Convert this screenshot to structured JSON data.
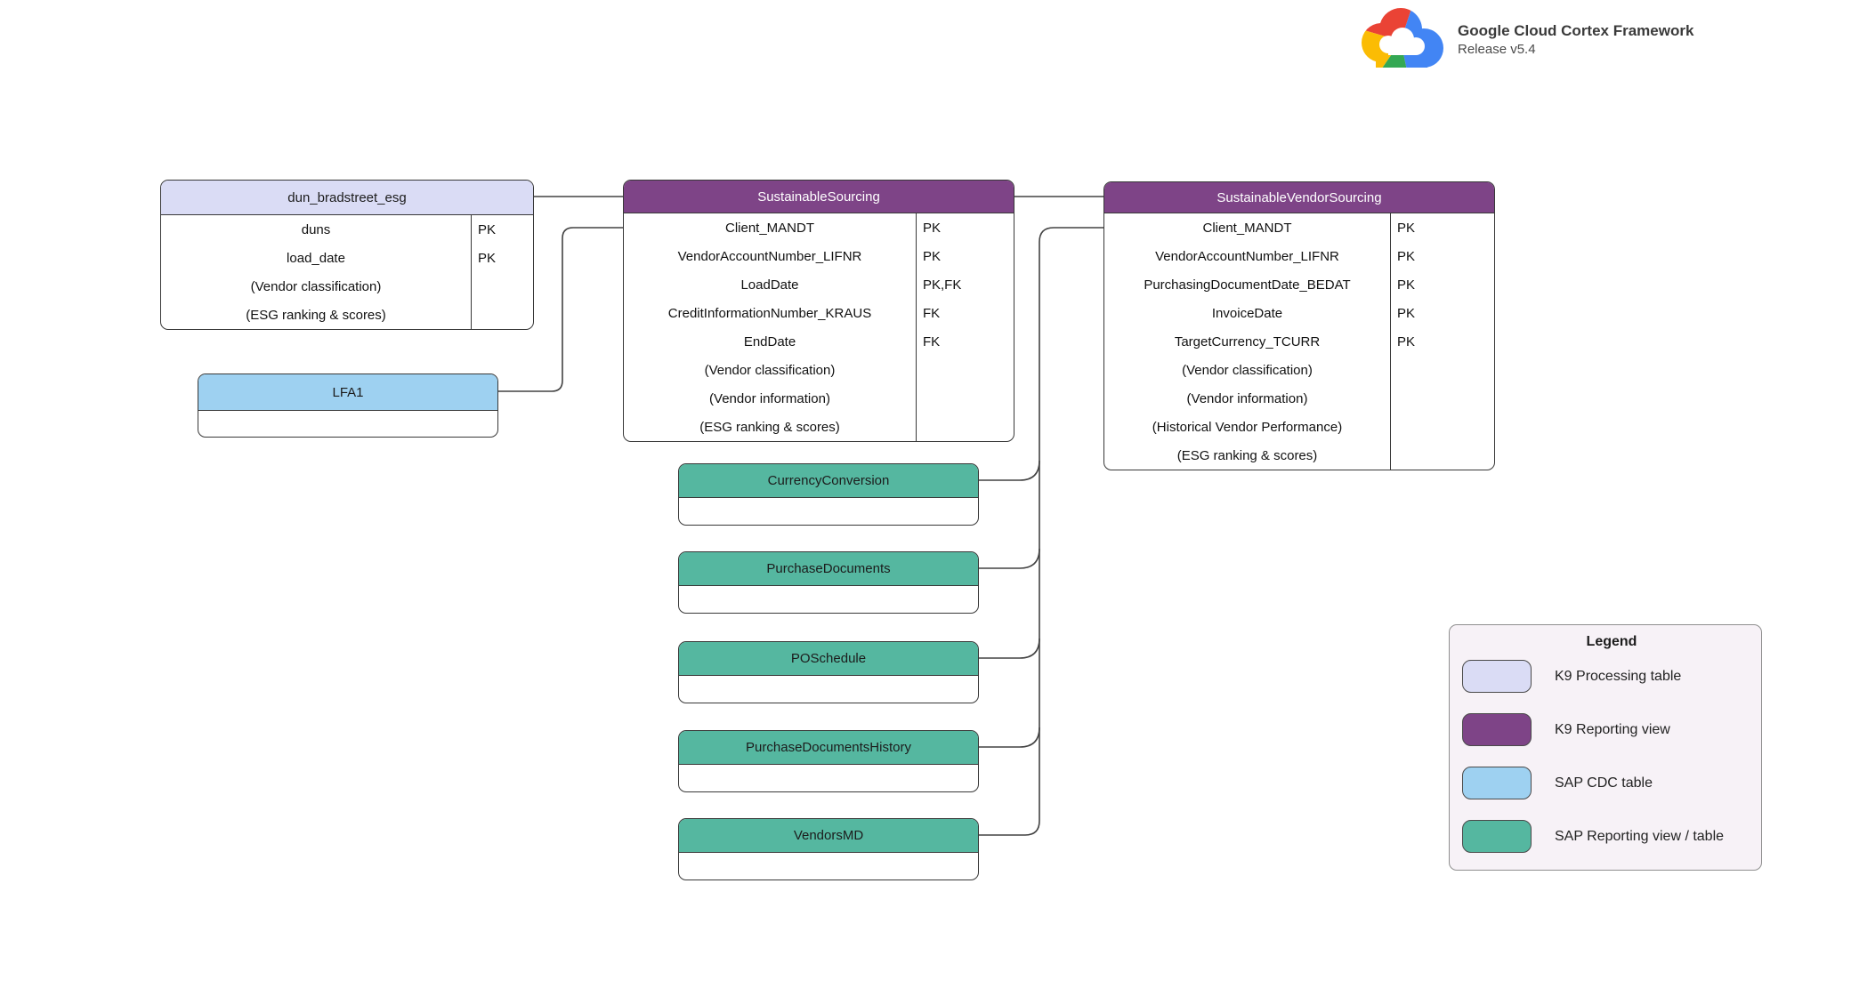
{
  "brand": {
    "title": "Google Cloud Cortex Framework",
    "release": "Release v5.4"
  },
  "colors": {
    "k9_processing_table": "#DADCF5",
    "k9_reporting_view": "#7E4487",
    "sap_cdc_table": "#9ED1F1",
    "sap_reporting_view_table": "#55B7A0",
    "connector": "#424242",
    "legend_background": "#F7F2F7"
  },
  "tables": {
    "dun_bradstreet_esg": {
      "title": "dun_bradstreet_esg",
      "category": "K9 Processing table",
      "rows": [
        {
          "name": "duns",
          "key": "PK"
        },
        {
          "name": "load_date",
          "key": "PK"
        },
        {
          "name": "(Vendor classification)",
          "key": ""
        },
        {
          "name": "(ESG ranking & scores)",
          "key": ""
        }
      ]
    },
    "lfa1": {
      "title": "LFA1",
      "category": "SAP CDC table",
      "rows": []
    },
    "sustainable_sourcing": {
      "title": "SustainableSourcing",
      "category": "K9 Reporting view",
      "rows": [
        {
          "name": "Client_MANDT",
          "key": "PK"
        },
        {
          "name": "VendorAccountNumber_LIFNR",
          "key": "PK"
        },
        {
          "name": "LoadDate",
          "key": "PK,FK"
        },
        {
          "name": "CreditInformationNumber_KRAUS",
          "key": "FK"
        },
        {
          "name": "EndDate",
          "key": "FK"
        },
        {
          "name": "(Vendor classification)",
          "key": ""
        },
        {
          "name": "(Vendor information)",
          "key": ""
        },
        {
          "name": "(ESG ranking & scores)",
          "key": ""
        }
      ]
    },
    "sustainable_vendor_sourcing": {
      "title": "SustainableVendorSourcing",
      "category": "K9 Reporting view",
      "rows": [
        {
          "name": "Client_MANDT",
          "key": "PK"
        },
        {
          "name": "VendorAccountNumber_LIFNR",
          "key": "PK"
        },
        {
          "name": "PurchasingDocumentDate_BEDAT",
          "key": "PK"
        },
        {
          "name": "InvoiceDate",
          "key": "PK"
        },
        {
          "name": "TargetCurrency_TCURR",
          "key": "PK"
        },
        {
          "name": "(Vendor classification)",
          "key": ""
        },
        {
          "name": "(Vendor information)",
          "key": ""
        },
        {
          "name": "(Historical Vendor Performance)",
          "key": ""
        },
        {
          "name": "(ESG ranking & scores)",
          "key": ""
        }
      ]
    },
    "currency_conversion": {
      "title": "CurrencyConversion",
      "category": "SAP Reporting view / table",
      "rows": []
    },
    "purchase_documents": {
      "title": "PurchaseDocuments",
      "category": "SAP Reporting view / table",
      "rows": []
    },
    "po_schedule": {
      "title": "POSchedule",
      "category": "SAP Reporting view / table",
      "rows": []
    },
    "purchase_documents_history": {
      "title": "PurchaseDocumentsHistory",
      "category": "SAP Reporting view / table",
      "rows": []
    },
    "vendors_md": {
      "title": "VendorsMD",
      "category": "SAP Reporting view / table",
      "rows": []
    }
  },
  "legend": {
    "title": "Legend",
    "items": [
      {
        "label": "K9 Processing table"
      },
      {
        "label": "K9 Reporting view"
      },
      {
        "label": "SAP CDC table"
      },
      {
        "label": "SAP Reporting view / table"
      }
    ]
  }
}
